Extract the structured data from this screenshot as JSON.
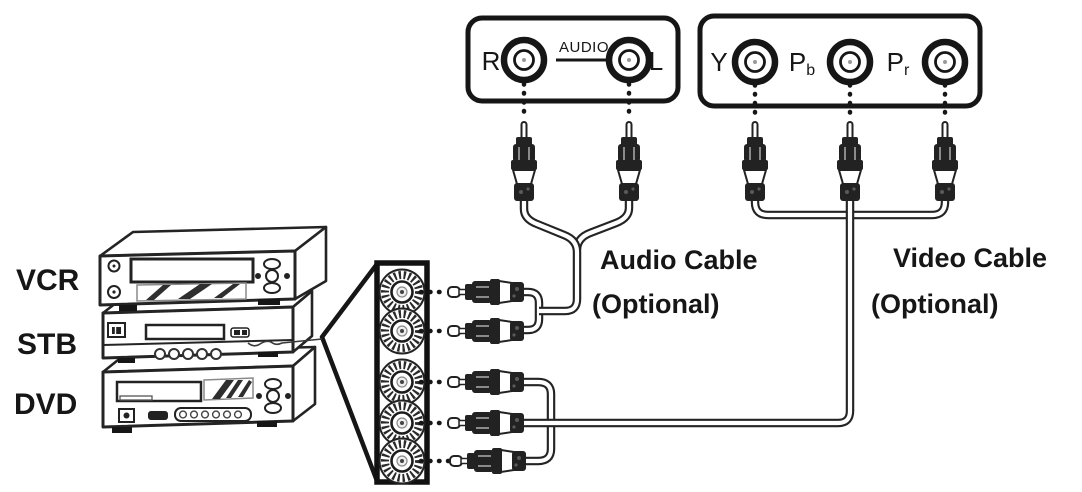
{
  "devices": {
    "items": [
      {
        "label": "VCR"
      },
      {
        "label": "STB"
      },
      {
        "label": "DVD"
      }
    ]
  },
  "audio_panel": {
    "jack_left_label": "R",
    "group_label": "AUDIO",
    "jack_right_label": "L"
  },
  "video_panel": {
    "jack_labels": [
      {
        "main": "Y",
        "sub": ""
      },
      {
        "main": "P",
        "sub": "b"
      },
      {
        "main": "P",
        "sub": "r"
      }
    ]
  },
  "annotations": {
    "audio_cable": {
      "line1": "Audio Cable",
      "line2": "(Optional)"
    },
    "video_cable": {
      "line1": "Video Cable",
      "line2": "(Optional)"
    }
  },
  "colors": {
    "ink": "#161616",
    "plug_body": "#222222",
    "cable_core": "#ffffff",
    "background": "#ffffff"
  }
}
